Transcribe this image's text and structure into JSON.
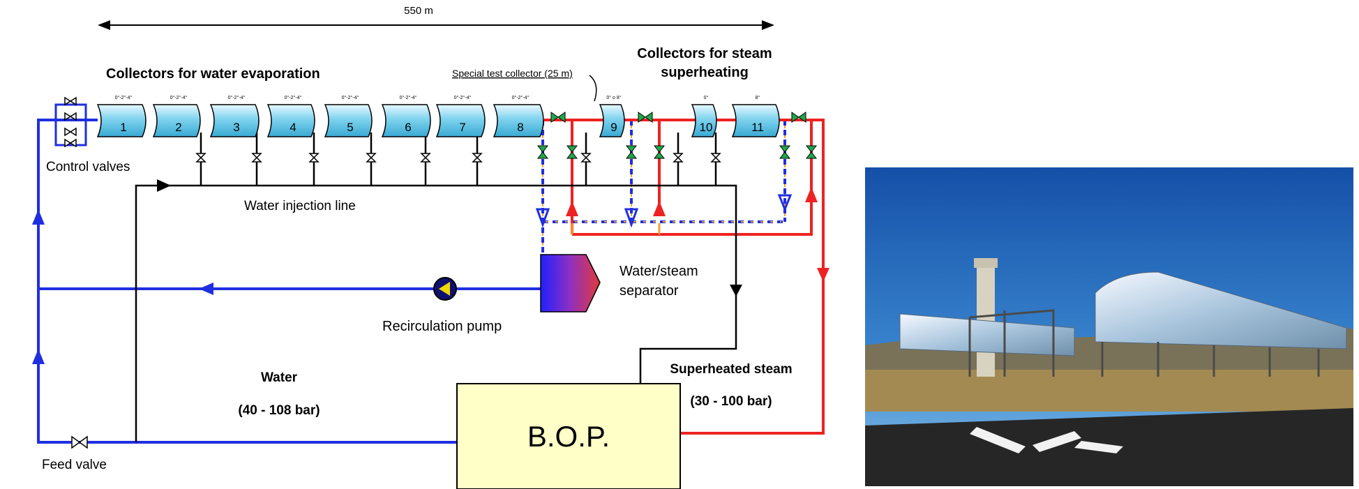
{
  "distance_label": "550 m",
  "headings": {
    "evaporation": "Collectors for water evaporation",
    "superheating_line1": "Collectors for steam",
    "superheating_line2": "superheating"
  },
  "special_test_collector": "Special test collector (25 m)",
  "collectors": [
    {
      "number": "1",
      "angles": "0°-2°-4°"
    },
    {
      "number": "2",
      "angles": "0°-2°-4°"
    },
    {
      "number": "3",
      "angles": "0°-2°-4°"
    },
    {
      "number": "4",
      "angles": "0°-2°-4°"
    },
    {
      "number": "5",
      "angles": "0°-2°-4°"
    },
    {
      "number": "6",
      "angles": "0°-2°-4°"
    },
    {
      "number": "7",
      "angles": "0°-2°-4°"
    },
    {
      "number": "8",
      "angles": "0°-2°-4°"
    },
    {
      "number": "9",
      "angles": "0° o 8°"
    },
    {
      "number": "10",
      "angles": "0°"
    },
    {
      "number": "11",
      "angles": "8°"
    }
  ],
  "labels": {
    "control_valves": "Control valves",
    "water_injection_line": "Water injection line",
    "separator_line1": "Water/steam",
    "separator_line2": "separator",
    "recirculation_pump": "Recirculation pump",
    "water": "Water",
    "water_pressure": "(40 - 108 bar)",
    "superheated_steam": "Superheated steam",
    "steam_pressure": "(30 - 100 bar)",
    "bop": "B.O.P.",
    "feed_valve": "Feed valve"
  },
  "colors": {
    "water": "#1f2fe0",
    "steam": "#ee2222",
    "collector": "#6fcbe6",
    "bop": "#ffffc8",
    "valve": "#1fa84a",
    "orange": "#f2a030",
    "pump": "#f0d800"
  },
  "photo": {
    "sky_top": "#1a5fb8",
    "ground": "#2a2a2a"
  }
}
